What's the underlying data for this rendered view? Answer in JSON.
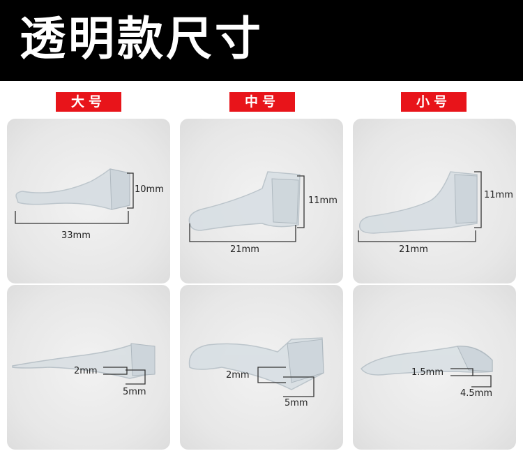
{
  "header": {
    "title": "透明款尺寸"
  },
  "sizes": {
    "large": "大号",
    "medium": "中号",
    "small": "小号"
  },
  "dimensions": {
    "large_side": {
      "height": "10mm",
      "length": "33mm"
    },
    "medium_side": {
      "height": "11mm",
      "length": "21mm"
    },
    "small_side": {
      "height": "11mm",
      "length": "21mm"
    },
    "large_end": {
      "inner": "2mm",
      "outer": "5mm"
    },
    "medium_end": {
      "inner": "2mm",
      "outer": "5mm"
    },
    "small_end": {
      "inner": "1.5mm",
      "outer": "4.5mm"
    }
  },
  "colors": {
    "header_bg": "#000000",
    "badge_bg": "#e8141a",
    "card_bg": "#e7e7e7"
  }
}
